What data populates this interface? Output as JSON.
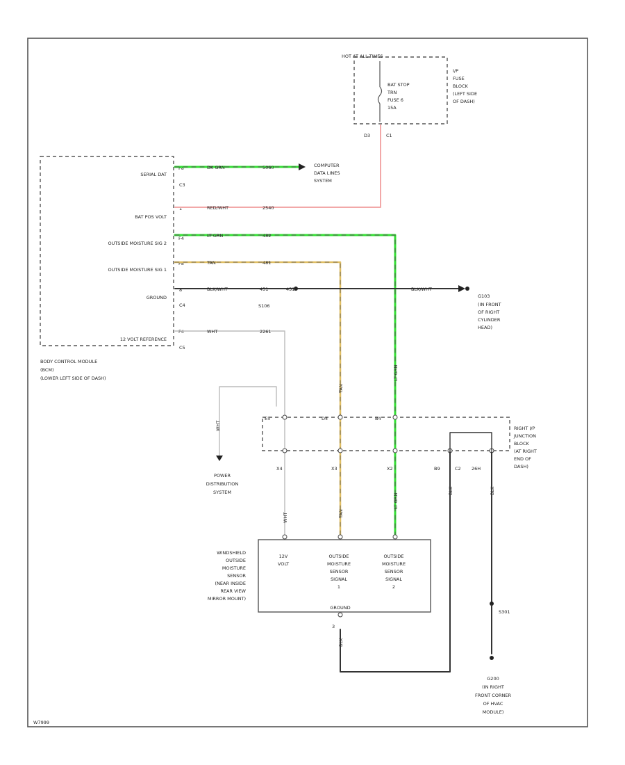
{
  "diagram": {
    "id_code": "W7999",
    "fuse_block": {
      "hot": "HOT AT ALL TIMES",
      "name": [
        "I/P",
        "FUSE",
        "BLOCK",
        "(LEFT SIDE",
        "OF DASH)"
      ],
      "fuse": [
        "BAT STOP",
        "TRN",
        "FUSE 6",
        "15A"
      ],
      "pin_a": "D3",
      "pin_b": "C1"
    },
    "bcm": {
      "name": [
        "BODY CONTROL MODULE",
        "(BCM)",
        "(LOWER LEFT SIDE OF DASH)"
      ],
      "pins": [
        {
          "label": "SERIAL DAT",
          "pin": "F8",
          "wire": "DK GRN",
          "circuit": "5060",
          "conn": "C3"
        },
        {
          "label": "BAT POS VOLT",
          "pin": "1",
          "wire": "RED/WHT",
          "circuit": "2540",
          "conn": ""
        },
        {
          "label": "OUTSIDE MOISTURE SIG 2",
          "pin": "F4",
          "wire": "LT GRN",
          "circuit": "482",
          "conn": ""
        },
        {
          "label": "OUTSIDE MOISTURE SIG 1",
          "pin": "F8",
          "wire": "TAN",
          "circuit": "481",
          "conn": ""
        },
        {
          "label": "GROUND",
          "pin": "8",
          "wire": "BLK/WHT",
          "circuit": "451",
          "conn": "C4"
        },
        {
          "label": "12 VOLT REFERENCE",
          "pin": "F4",
          "wire": "WHT",
          "circuit": "2261",
          "conn": "C5"
        }
      ]
    },
    "labels": {
      "data_line": [
        "COMPUTER",
        "DATA LINES",
        "SYSTEM"
      ],
      "splice": "S106",
      "ground_name": "G103",
      "ground_loc": [
        "(IN FRONT",
        "OF RIGHT",
        "CYLINDER",
        "HEAD)"
      ],
      "ground_wire": "BLK/WHT",
      "ground_splice_circuit": "451",
      "power": [
        "POWER",
        "DISTRIBUTION",
        "SYSTEM"
      ],
      "power_wire": "WHT",
      "jb_name": [
        "RIGHT I/P",
        "JUNCTION",
        "BLOCK",
        "(AT RIGHT",
        "END OF",
        "DASH)"
      ],
      "jb_top": [
        "E5",
        "D4",
        "B4"
      ],
      "jb_bottom": [
        "X4",
        "X3",
        "X2",
        "B9",
        "C2",
        "26H"
      ],
      "vertical_wires": [
        "TAN",
        "LT GRN",
        "WHT",
        "TAN",
        "LT GRN",
        "BLK",
        "BLK",
        "BLK"
      ]
    },
    "sensor": {
      "name": [
        "WINDSHIELD",
        "OUTSIDE",
        "MOISTURE",
        "SENSOR",
        "(NEAR INSIDE",
        "REAR VIEW",
        "MIRROR MOUNT)"
      ],
      "pins": [
        [
          "12V",
          "VOLT"
        ],
        [
          "OUTSIDE",
          "MOISTURE",
          "SENSOR",
          "SIGNAL",
          "1"
        ],
        [
          "OUTSIDE",
          "MOISTURE",
          "SENSOR",
          "SIGNAL",
          "2"
        ]
      ],
      "ground": "GROUND",
      "ground_pin": "3"
    },
    "ground2": {
      "splice": "S301",
      "name": "G200",
      "loc": [
        "(IN RIGHT",
        "FRONT CORNER",
        "OF HVAC",
        "MODULE)"
      ]
    },
    "colors": {
      "green": "#33e033",
      "tan": "#e0be62",
      "pink": "#f2a8a8",
      "black": "#333333",
      "white_wire": "#bbbbbb"
    }
  }
}
